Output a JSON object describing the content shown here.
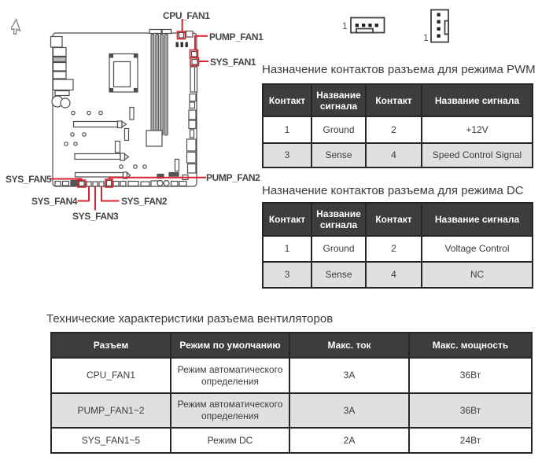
{
  "colors": {
    "accent_red": "#d9232d",
    "header_bg": "#3d3d3d",
    "alt_row": "#e0e0e0",
    "border": "#262626",
    "text": "#3c3c3c"
  },
  "diagram": {
    "labels": {
      "cpu_fan1": "CPU_FAN1",
      "pump_fan1": "PUMP_FAN1",
      "sys_fan1": "SYS_FAN1",
      "sys_fan5": "SYS_FAN5",
      "pump_fan2": "PUMP_FAN2",
      "sys_fan4": "SYS_FAN4",
      "sys_fan3": "SYS_FAN3",
      "sys_fan2": "SYS_FAN2"
    },
    "connector_pin_labels": {
      "horizontal": "1",
      "vertical": "1"
    }
  },
  "pwm": {
    "title": "Назначение контактов разъема для режима PWM",
    "table": {
      "headers": [
        "Контакт",
        "Название сигнала",
        "Контакт",
        "Название сигнала"
      ],
      "rows": [
        [
          "1",
          "Ground",
          "2",
          "+12V"
        ],
        [
          "3",
          "Sense",
          "4",
          "Speed Control Signal"
        ]
      ]
    }
  },
  "dc": {
    "title": "Назначение контактов разъема для режима DC",
    "table": {
      "headers": [
        "Контакт",
        "Название сигнала",
        "Контакт",
        "Название сигнала"
      ],
      "rows": [
        [
          "1",
          "Ground",
          "2",
          "Voltage Control"
        ],
        [
          "3",
          "Sense",
          "4",
          "NC"
        ]
      ]
    }
  },
  "spec": {
    "title": "Технические характеристики разъема вентиляторов",
    "table": {
      "headers": [
        "Разъем",
        "Режим по умолчанию",
        "Макс. ток",
        "Макс. мощность"
      ],
      "rows": [
        [
          "CPU_FAN1",
          "Режим автоматического определения",
          "3А",
          "36Вт"
        ],
        [
          "PUMP_FAN1~2",
          "Режим автоматического определения",
          "3А",
          "36Вт"
        ],
        [
          "SYS_FAN1~5",
          "Режим DC",
          "2А",
          "24Вт"
        ]
      ]
    }
  }
}
